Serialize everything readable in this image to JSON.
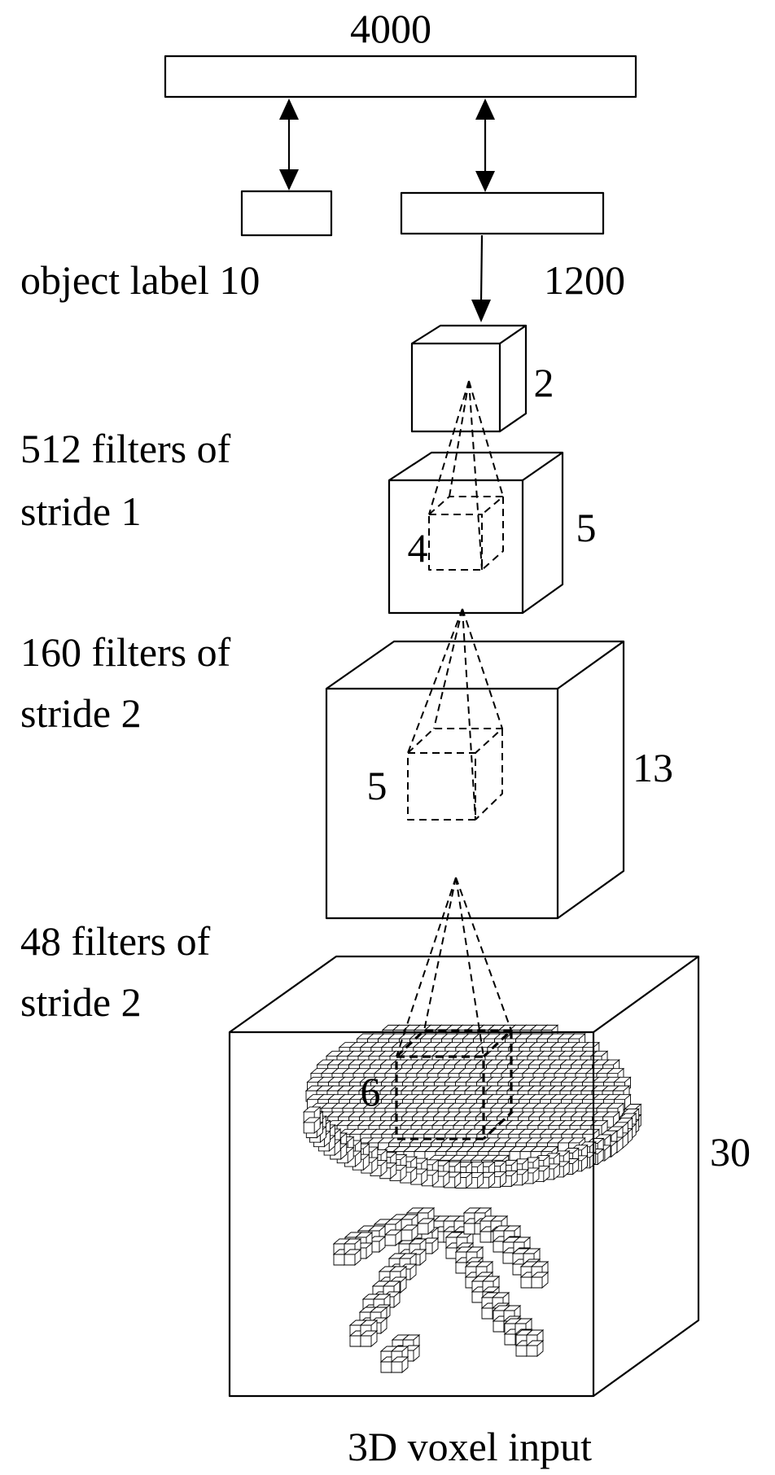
{
  "layers": {
    "fc_4000": "4000",
    "object_label": "object label 10",
    "fc_1200": "1200",
    "cube_2": "2",
    "kernel_4": "4",
    "cube_5": "5",
    "kernel_5": "5",
    "cube_13": "13",
    "kernel_6": "6",
    "cube_30": "30"
  },
  "conv_labels": {
    "conv3": [
      "512 filters of",
      "stride 1"
    ],
    "conv2": [
      "160 filters of",
      "stride 2"
    ],
    "conv1": [
      "48 filters of",
      "stride 2"
    ]
  },
  "input_label": "3D voxel input"
}
